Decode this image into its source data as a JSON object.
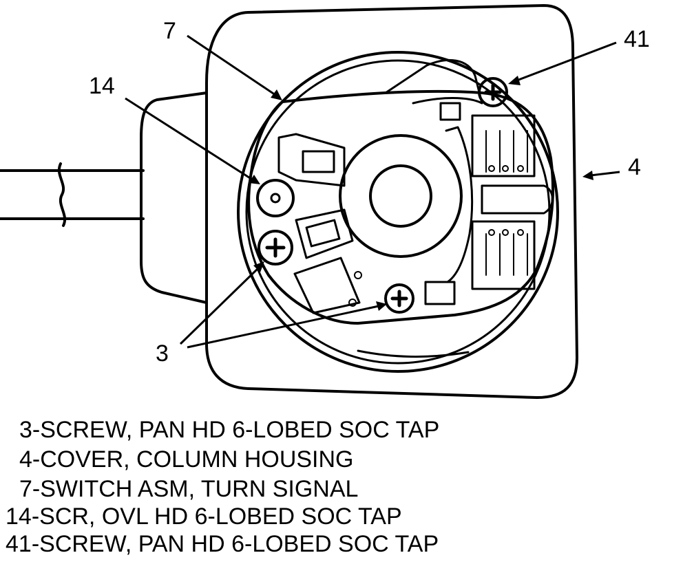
{
  "callouts": {
    "c7": "7",
    "c14": "14",
    "c41": "41",
    "c4": "4",
    "c3": "3"
  },
  "legend": [
    "3-SCREW, PAN HD 6-LOBED SOC TAP",
    "4-COVER, COLUMN HOUSING",
    "7-SWITCH ASM, TURN SIGNAL",
    "14-SCR, OVL HD 6-LOBED SOC TAP",
    "41-SCREW, PAN HD 6-LOBED SOC TAP"
  ]
}
